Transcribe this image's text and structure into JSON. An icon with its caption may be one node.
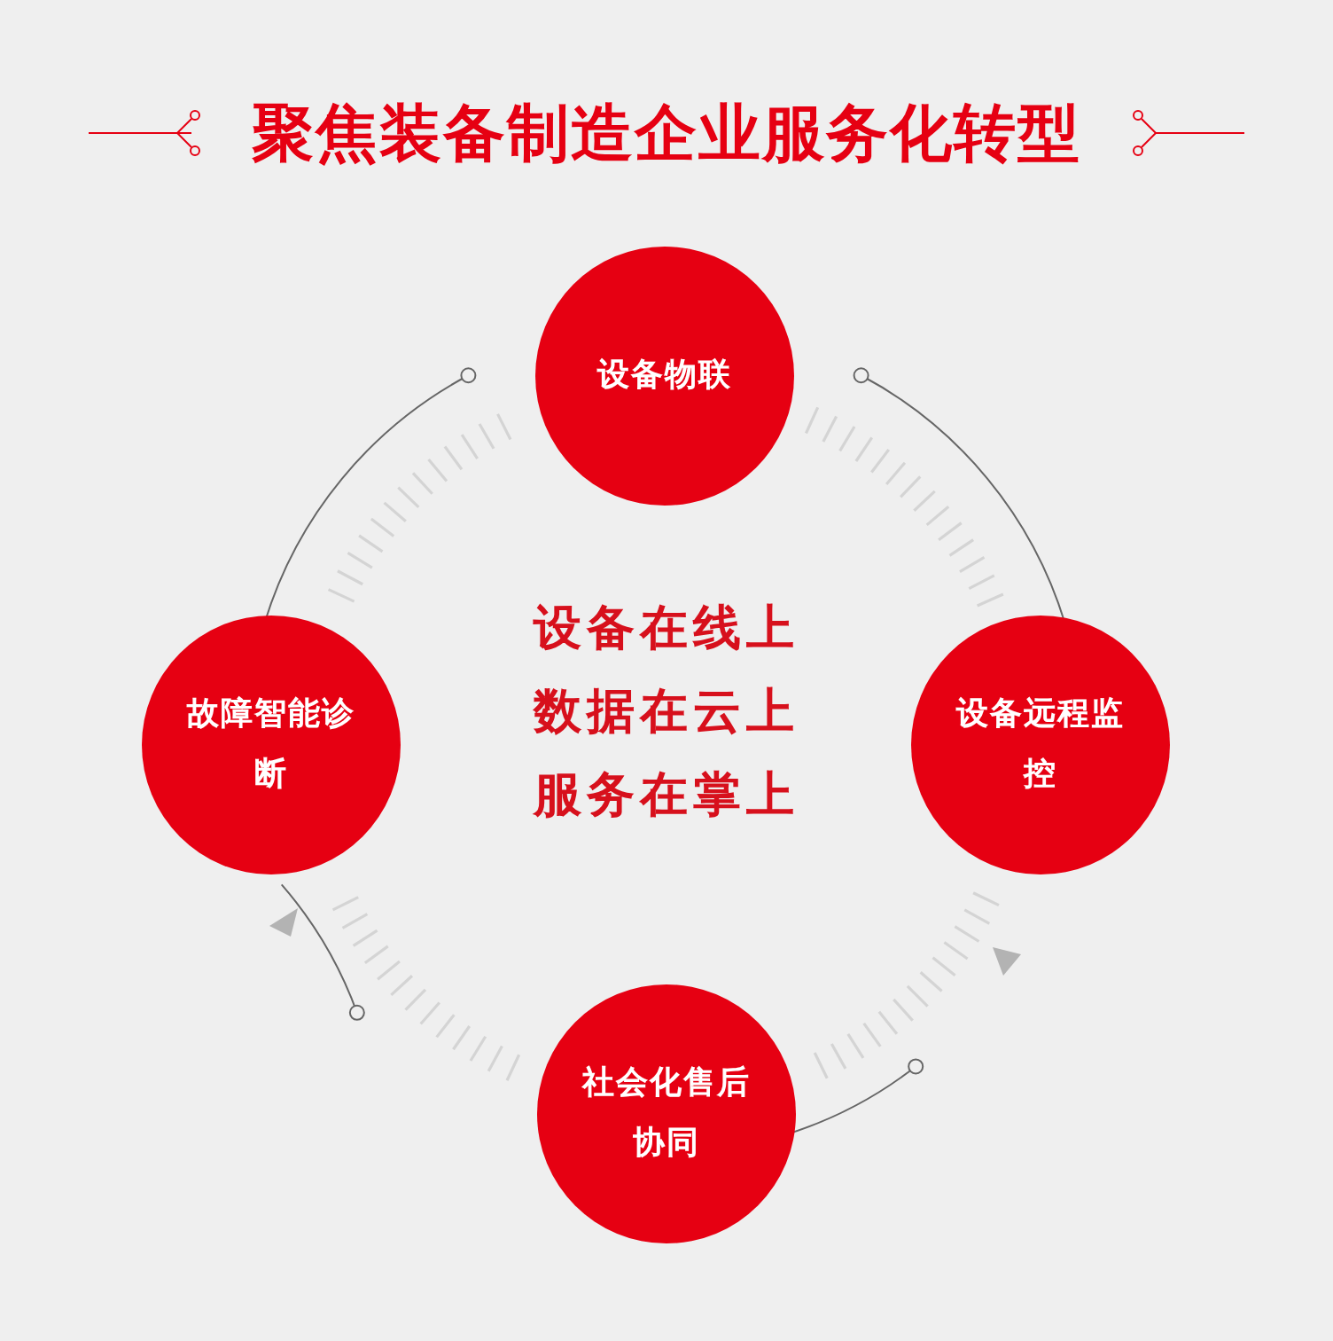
{
  "diagram": {
    "title": "聚焦装备制造企业服务化转型",
    "nodes": [
      {
        "text": [
          "设备物联"
        ]
      },
      {
        "text": [
          "设备远程监控"
        ]
      },
      {
        "text": [
          "社会化售后协同"
        ]
      },
      {
        "text": [
          "故障智能诊断"
        ]
      }
    ],
    "labels": [
      "设备在线上",
      "数据在云上",
      "服务在掌上"
    ]
  }
}
